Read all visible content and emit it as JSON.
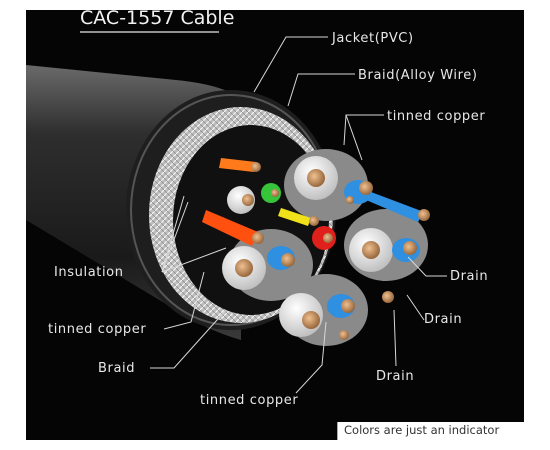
{
  "title": "CAC-1557 Cable",
  "note": "Colors are just an indicator",
  "labels": {
    "jacket": "Jacket(PVC)",
    "braid_top": "Braid(Alloy Wire)",
    "tinned_copper_top": "tinned copper",
    "insulation": "Insulation",
    "tinned_copper_left": "tinned copper",
    "braid_left": "Braid",
    "tinned_copper_bottom": "tinned copper",
    "drain_right": "Drain",
    "drain_right2": "Drain",
    "drain_bottom": "Drain"
  },
  "colors": {
    "background": "#050505",
    "jacket": "#2a2a2a",
    "braid": "#cfcfcf",
    "insulation": "#f2f2f2",
    "pair_blue": "#2f8fe0",
    "orange": "#ff7a1a",
    "green": "#36c43a",
    "yellow": "#f1e11a",
    "red": "#e0201a",
    "copper": "#c98a55"
  }
}
